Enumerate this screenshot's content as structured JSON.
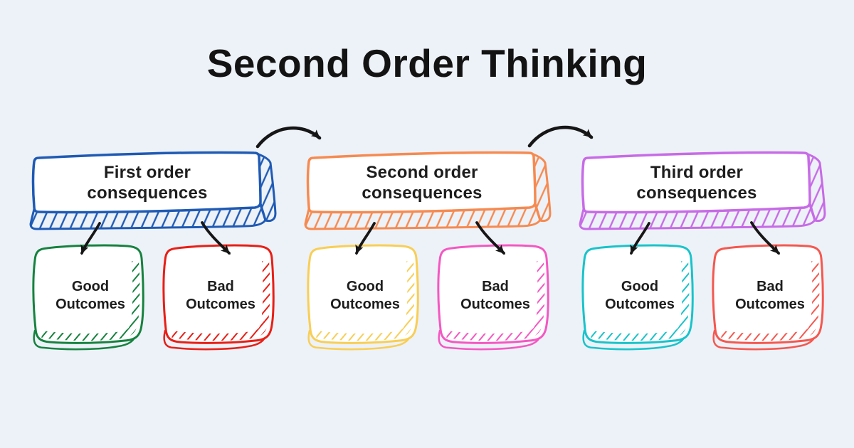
{
  "page": {
    "title": "Second Order Thinking",
    "background_color": "#edf2f8",
    "text_color": "#1d1d1d",
    "arrow_color": "#161616"
  },
  "diagram": {
    "groups": [
      {
        "label_lines": [
          "First order",
          "consequences"
        ],
        "color": "#1f5ab4",
        "outcomes": [
          {
            "label_lines": [
              "Good",
              "Outcomes"
            ],
            "color": "#16823f"
          },
          {
            "label_lines": [
              "Bad",
              "Outcomes"
            ],
            "color": "#e71f16"
          }
        ]
      },
      {
        "label_lines": [
          "Second order",
          "consequences"
        ],
        "color": "#f68a50",
        "outcomes": [
          {
            "label_lines": [
              "Good",
              "Outcomes"
            ],
            "color": "#f8ce55"
          },
          {
            "label_lines": [
              "Bad",
              "Outcomes"
            ],
            "color": "#f458c2"
          }
        ]
      },
      {
        "label_lines": [
          "Third order",
          "consequences"
        ],
        "color": "#c76be6",
        "outcomes": [
          {
            "label_lines": [
              "Good",
              "Outcomes"
            ],
            "color": "#19c3ca"
          },
          {
            "label_lines": [
              "Bad",
              "Outcomes"
            ],
            "color": "#f4584f"
          }
        ]
      }
    ]
  }
}
